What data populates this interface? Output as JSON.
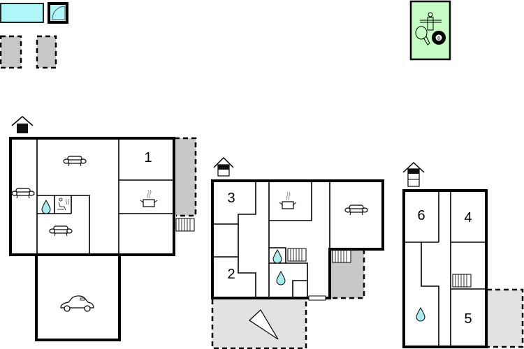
{
  "colors": {
    "water": "#aef6f8",
    "terrace": "#c8c8c8",
    "terrace_light": "#e2e2e2",
    "activity": "#c4fcc4",
    "drop": "#a8ecf0"
  },
  "rooms": {
    "r1": "1",
    "r2": "2",
    "r3": "3",
    "r4": "4",
    "r5": "5",
    "r6": "6"
  },
  "legend": {
    "ball_number": "8"
  }
}
